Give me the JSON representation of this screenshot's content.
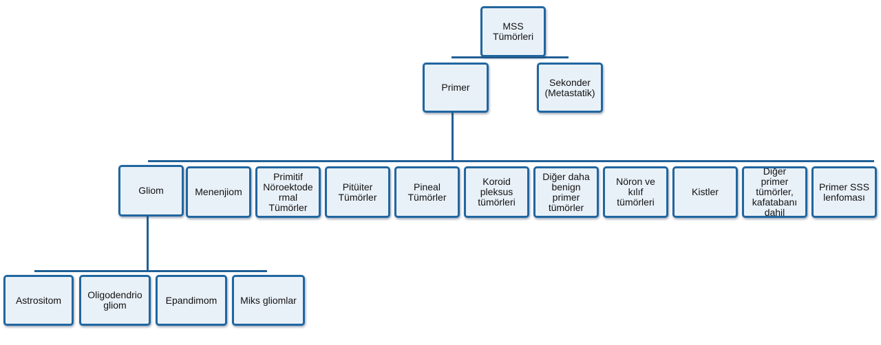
{
  "root": {
    "label": "MSS\nTümörleri"
  },
  "level1": [
    {
      "label": "Primer"
    },
    {
      "label": "Sekonder\n(Metastatik)"
    }
  ],
  "level2": [
    {
      "label": "Gliom"
    },
    {
      "label": "Menenjiom"
    },
    {
      "label": "Primitif\nNöroektode\nrmal\nTümörler"
    },
    {
      "label": "Pitüiter\nTümörler"
    },
    {
      "label": "Pineal\nTümörler"
    },
    {
      "label": "Koroid\npleksus\ntümörleri"
    },
    {
      "label": "Diğer daha\nbenign\nprimer\ntümörler"
    },
    {
      "label": "Nöron ve\nkılıf\ntümörleri"
    },
    {
      "label": "Kistler"
    },
    {
      "label": "Diğer\nprimer\ntümörler,\nkafatabanı\ndahil"
    },
    {
      "label": "Primer SSS\nlenfoması"
    }
  ],
  "level3": [
    {
      "label": "Astrositom"
    },
    {
      "label": "Oligodendrio\ngliom"
    },
    {
      "label": "Epandimom"
    },
    {
      "label": "Miks gliomlar"
    }
  ],
  "colors": {
    "box_fill": "#e9f1f8",
    "box_border": "#2066a0",
    "connector": "#1f5f96"
  }
}
